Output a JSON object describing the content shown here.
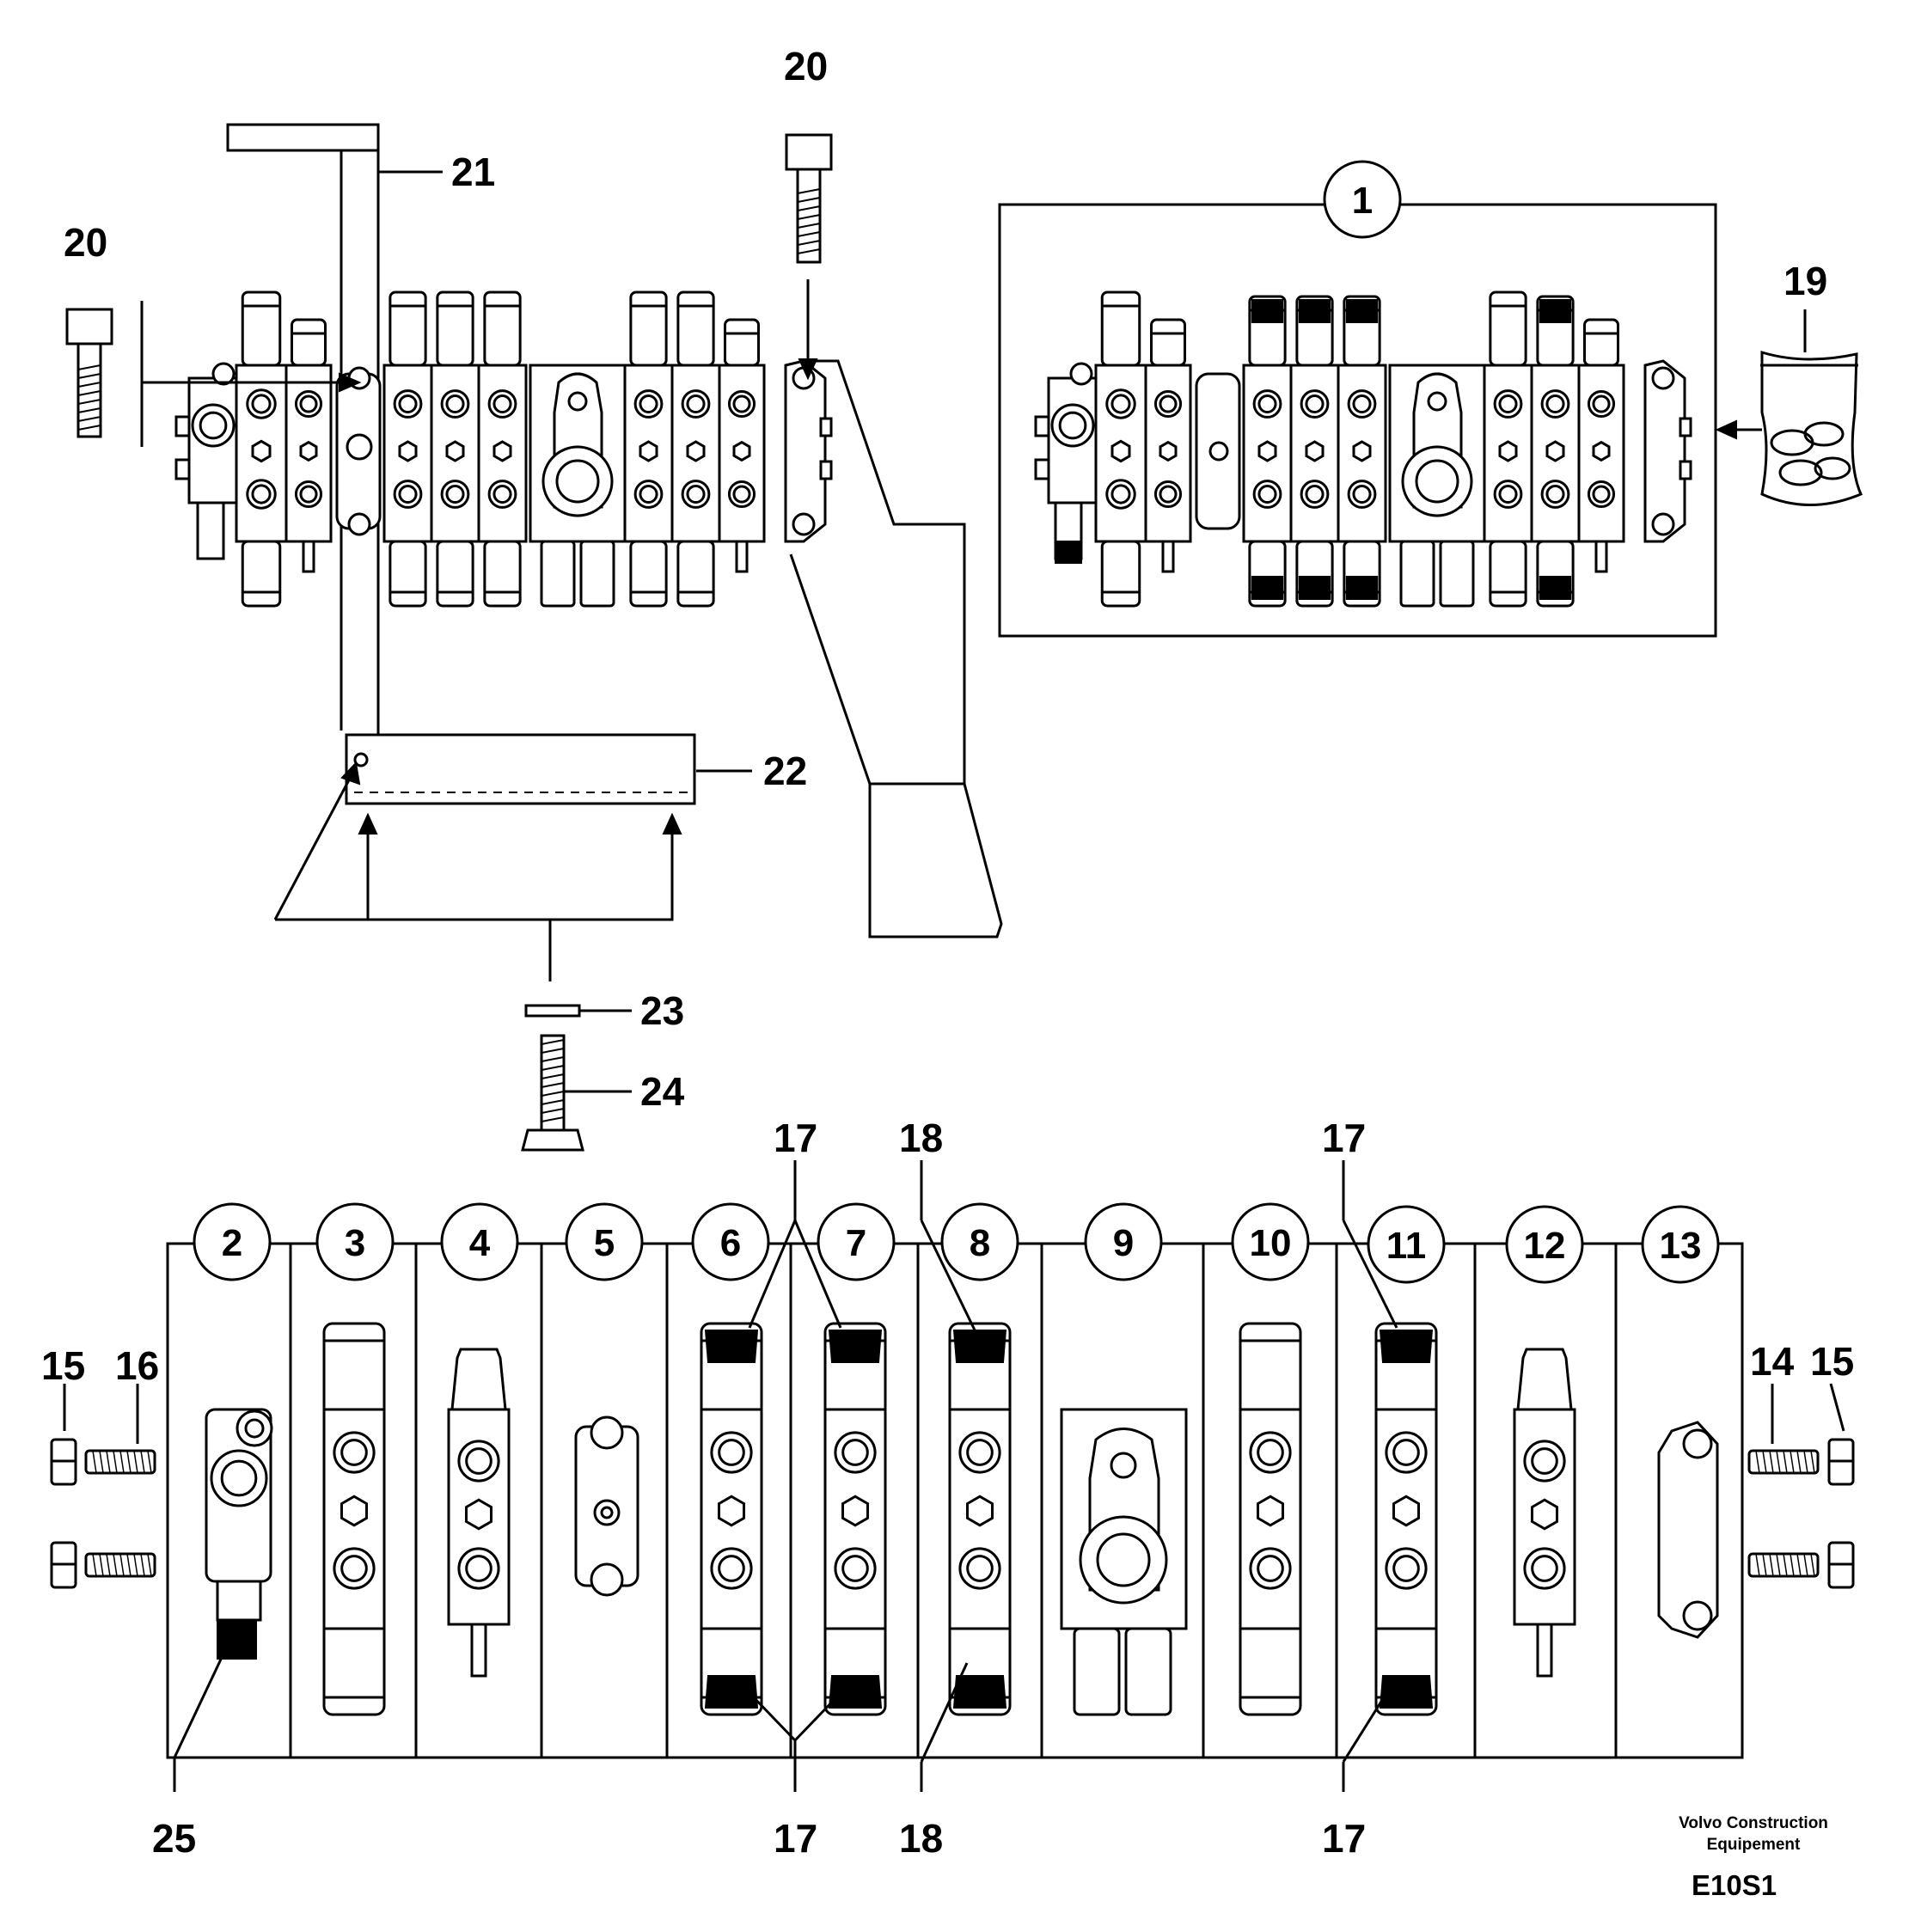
{
  "labels": {
    "l20a": "20",
    "l20b": "20",
    "l21": "21",
    "l22": "22",
    "l23": "23",
    "l24": "24",
    "l19": "19",
    "l1": "1",
    "l2": "2",
    "l3": "3",
    "l4": "4",
    "l5": "5",
    "l6": "6",
    "l7": "7",
    "l8": "8",
    "l9": "9",
    "l10": "10",
    "l11": "11",
    "l12": "12",
    "l13": "13",
    "l14": "14",
    "l15a": "15",
    "l15b": "15",
    "l16": "16",
    "l17a": "17",
    "l17b": "17",
    "l17c": "17",
    "l17d": "17",
    "l18a": "18",
    "l18b": "18",
    "l25": "25"
  },
  "footer": {
    "company_line1": "Volvo Construction",
    "company_line2": "Equipement",
    "code": "E10S1"
  }
}
